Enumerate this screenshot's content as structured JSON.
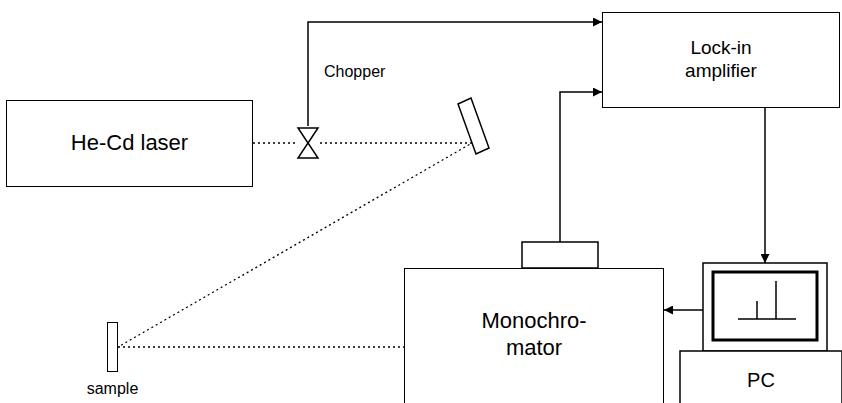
{
  "diagram": {
    "nodes": [
      {
        "text": [
          "He-Cd laser"
        ]
      },
      {
        "text": [
          "Chopper"
        ]
      },
      {
        "text": [
          "Lock-in amplifier"
        ]
      },
      {
        "text": [
          "sample"
        ]
      },
      {
        "text": [
          "Monochro- mator"
        ]
      },
      {
        "text": [
          "PC"
        ]
      }
    ],
    "edges": [
      {
        "from": 0,
        "to": 1,
        "arrow": "none"
      },
      {
        "from": 1,
        "to": 3,
        "arrow": "none"
      },
      {
        "from": 1,
        "to": 2,
        "arrow": "to"
      },
      {
        "from": 4,
        "to": 2,
        "arrow": "to"
      },
      {
        "from": 2,
        "to": 5,
        "arrow": "to"
      },
      {
        "from": 5,
        "to": 4,
        "arrow": "to"
      },
      {
        "from": 3,
        "to": 4,
        "arrow": "none"
      }
    ]
  }
}
